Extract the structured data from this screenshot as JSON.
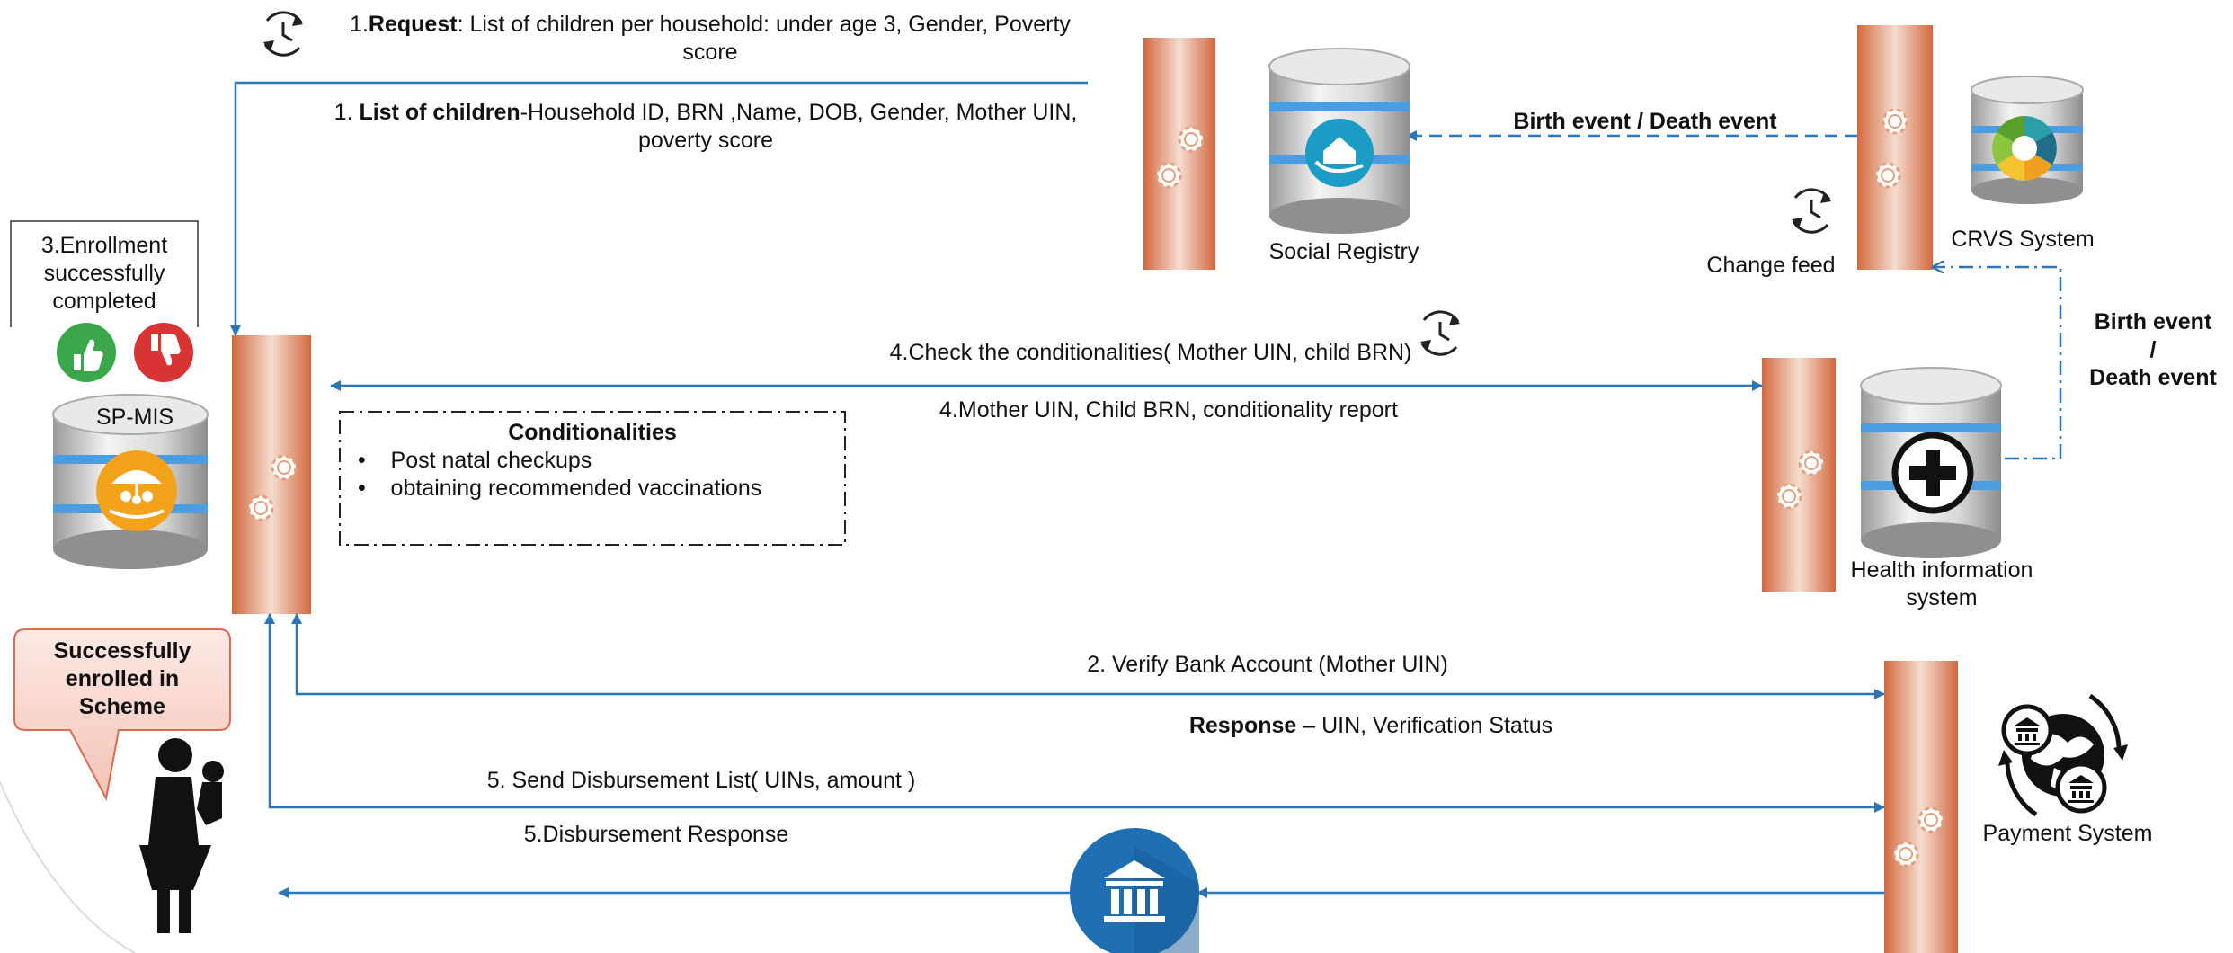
{
  "request_step": {
    "number": "1.",
    "keyword": "Request",
    "text": ": List of children per household: under age 3, Gender, Poverty",
    "text_line2": "score"
  },
  "list_step": {
    "number": "1. ",
    "keyword": "List of children",
    "text": "-Household ID, BRN ,Name, DOB, Gender, Mother UIN,",
    "text_line2": "poverty score"
  },
  "enrollment_note": {
    "line1": "3.Enrollment",
    "line2": "successfully",
    "line3": "completed"
  },
  "sp_mis": {
    "label": "SP-MIS"
  },
  "social_registry": {
    "label": "Social Registry"
  },
  "crvs": {
    "label": "CRVS System",
    "change_feed": "Change feed"
  },
  "birth_death_top": "Birth event / Death event",
  "birth_death_side": {
    "line1": "Birth event",
    "line2": "/",
    "line3": "Death event"
  },
  "check_step": "4.Check the conditionalities( Mother UIN, child BRN)",
  "report_step": "4.Mother UIN, Child BRN, conditionality report",
  "conditionalities": {
    "title": "Conditionalities",
    "items": [
      "Post natal checkups",
      "obtaining recommended vaccinations"
    ]
  },
  "health_system": {
    "line1": "Health information",
    "line2": "system"
  },
  "verify_step": "2. Verify Bank Account (Mother UIN)",
  "response_step": {
    "keyword": "Response",
    "text": " – UIN, Verification Status"
  },
  "disbursement_list": "5. Send Disbursement List( UINs, amount )",
  "disbursement_response": "5.Disbursement Response",
  "payment_system": {
    "label": "Payment System"
  },
  "callout": {
    "line1": "Successfully",
    "line2": "enrolled in",
    "line3": "Scheme"
  },
  "icons": [
    "clock-icon",
    "thumbs-up-icon",
    "thumbs-down-icon",
    "gear-icon",
    "database-icon",
    "bank-icon",
    "globe-payment-icon",
    "mother-child-icon",
    "medical-cross-icon",
    "house-hands-icon",
    "family-umbrella-icon"
  ],
  "colors": {
    "arrow": "#2e75b6",
    "column": "#d2693f",
    "callout_fill": "#f9d5cc",
    "thumb_up": "#3aa84a",
    "thumb_down": "#d93434",
    "disk": "#4a9de0",
    "sr_icon": "#1a9cc4",
    "sp_icon": "#f3a21b",
    "bank_circle": "#1f6fb2"
  }
}
